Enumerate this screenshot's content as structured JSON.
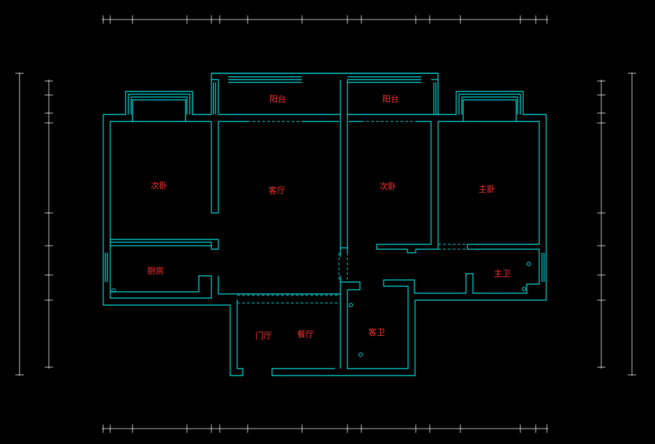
{
  "rooms": {
    "balcony_left": "阳台",
    "balcony_right": "阳台",
    "bedroom_left": "次卧",
    "living_room": "客厅",
    "bedroom_mid": "次卧",
    "master_bedroom": "主卧",
    "kitchen": "厨房",
    "master_bath": "主卫",
    "foyer": "门厅",
    "dining": "餐厅",
    "guest_bath": "客卫"
  },
  "colors": {
    "background": "#000000",
    "walls": "#00e5e5",
    "labels": "#ff3333",
    "dimension_lines": "#ffffff"
  }
}
